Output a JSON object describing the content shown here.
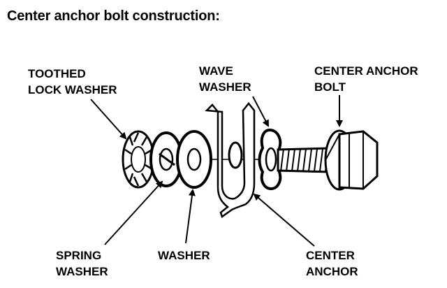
{
  "title": "Center anchor bolt construction:",
  "labels": {
    "toothed_lock_washer": [
      "TOOTHED",
      "LOCK WASHER"
    ],
    "wave_washer": [
      "WAVE",
      "WASHER"
    ],
    "center_anchor_bolt": [
      "CENTER ANCHOR",
      "BOLT"
    ],
    "spring_washer": [
      "SPRING",
      "WASHER"
    ],
    "washer": [
      "WASHER"
    ],
    "center_anchor": [
      "CENTER",
      "ANCHOR"
    ]
  },
  "colors": {
    "ink": "#000000",
    "paper": "#ffffff"
  }
}
